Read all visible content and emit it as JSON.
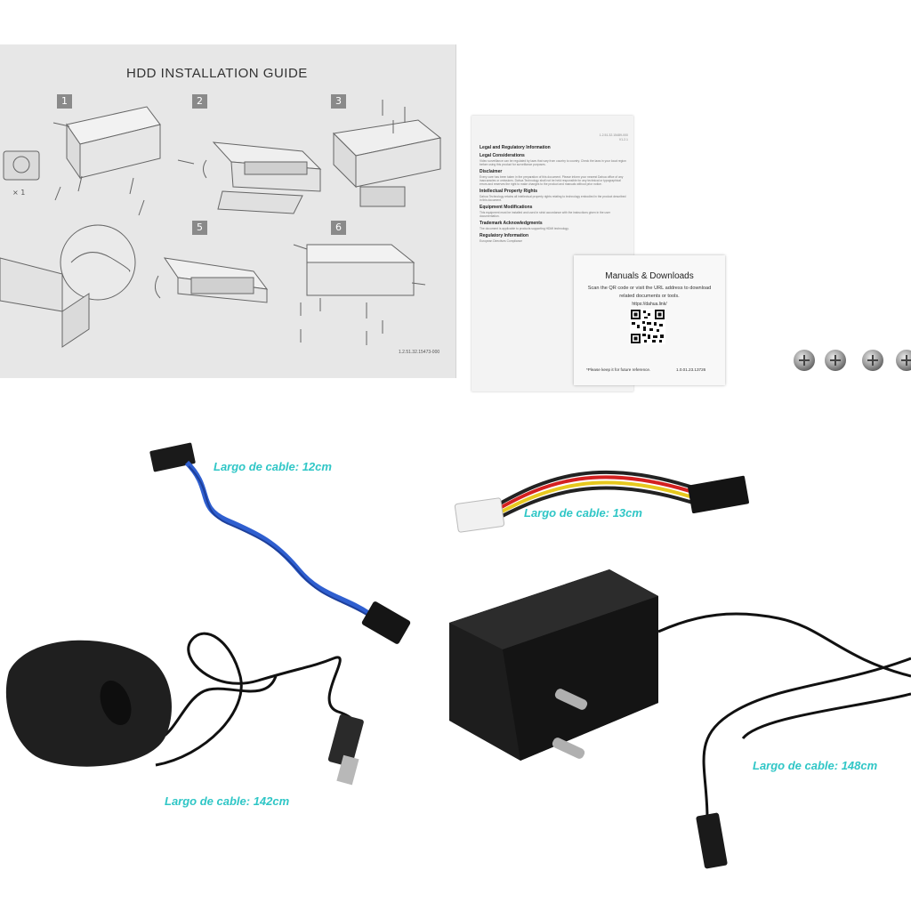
{
  "guide": {
    "title": "HDD INSTALLATION GUIDE",
    "steps": [
      "1",
      "2",
      "3",
      "5",
      "6"
    ],
    "quantity": "× 1",
    "code": "1.2.51.32.15473-000"
  },
  "legal": {
    "codes": [
      "1.2.51.32.15489-000",
      "V1.2.1"
    ],
    "sections": [
      {
        "heading": "Legal and Regulatory Information",
        "body": ""
      },
      {
        "heading": "Legal Considerations",
        "body": "Video surveillance can be regulated by laws that vary from country to country. Check the laws in your local region before using this product for surveillance purposes."
      },
      {
        "heading": "Disclaimer",
        "body": "Every care has been taken in the preparation of this document. Please inform your nearest Dahua office of any inaccuracies or omissions. Dahua Technology shall not be held responsible for any technical or typographical errors and reserves the right to make changes to the product and manuals without prior notice."
      },
      {
        "heading": "Intellectual Property Rights",
        "body": "Dahua Technology retains all intellectual property rights relating to technology embodied in the product described in this document."
      },
      {
        "heading": "Equipment Modifications",
        "body": "This equipment must be installed and used in strict accordance with the instructions given in the user documentation."
      },
      {
        "heading": "Trademark Acknowledgments",
        "body": "The document is applicable to products supporting HDMI technology."
      },
      {
        "heading": "Regulatory Information",
        "body": "European Directives Compliance"
      }
    ]
  },
  "manuals": {
    "title": "Manuals & Downloads",
    "description": "Scan the QR code or visit the URL address to download related documents or tools.",
    "url": "https://dahua.link/",
    "note": "*Please keep it for future reference.",
    "version": "1.0.01.23.13726"
  },
  "labels": {
    "sata_cable": "Largo de cable: 12cm",
    "power_adapter_cable": "Largo de cable: 13cm",
    "mouse_cable": "Largo de cable: 142cm",
    "psu_cable": "Largo de cable: 148cm"
  },
  "colors": {
    "label": "#2fc6c6",
    "sata_blue": "#2f5fd0",
    "device_black": "#1c1c1c"
  }
}
